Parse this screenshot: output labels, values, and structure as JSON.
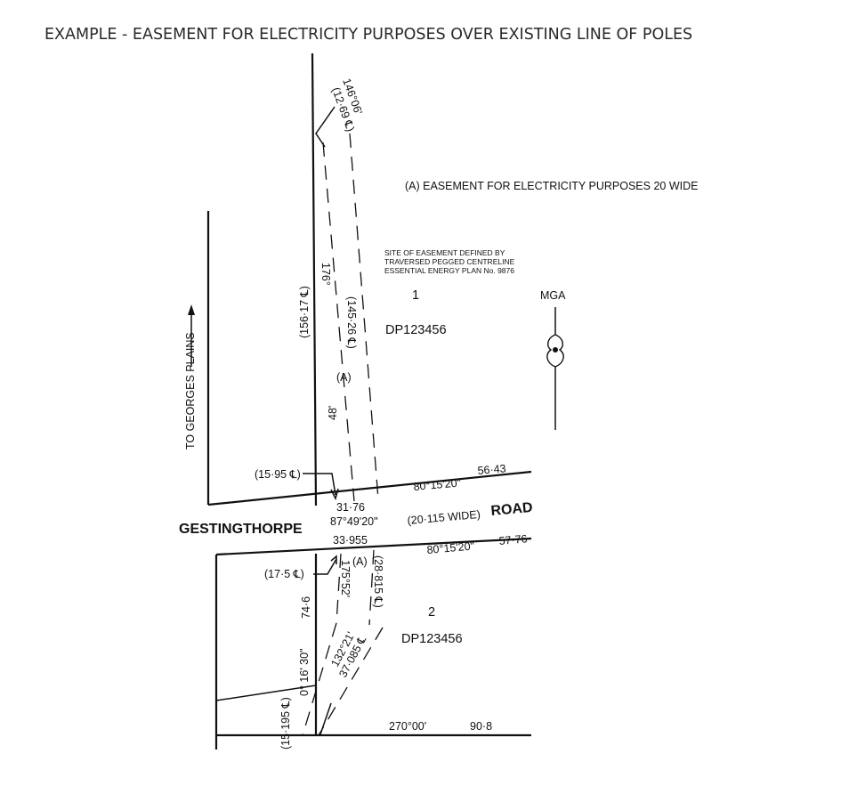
{
  "title": "EXAMPLE - EASEMENT FOR ELECTRICITY PURPOSES OVER EXISTING LINE OF POLES",
  "notes": {
    "easement_label": "(A) EASEMENT FOR ELECTRICITY PURPOSES 20 WIDE",
    "site_line1": "SITE OF EASEMENT DEFINED BY",
    "site_line2": "TRAVERSED PEGGED CENTRELINE",
    "site_line3": "ESSENTIAL ENERGY PLAN No. 9876"
  },
  "north": {
    "label": "MGA"
  },
  "lots": {
    "lot1_number": "1",
    "lot1_plan": "DP123456",
    "lot2_number": "2",
    "lot2_plan": "DP123456"
  },
  "road": {
    "name_left": "GESTINGTHORPE",
    "width": "(20·115 WIDE)",
    "name_right": "ROAD",
    "to_label": "TO GEORGES PLAINS"
  },
  "upper": {
    "bearing_top": "146°06'",
    "dist_top": "(12·69 ℄)",
    "left_dist": "(156·17 ℄)",
    "bearing_176": "176°",
    "dist_145": "(145·26 ℄)",
    "easement_a": "(A)",
    "dist_48": "48'",
    "dist_1595": "(15·95 ℄)",
    "road_bearing": "80°15'20\"",
    "road_dist": "56·43"
  },
  "road_text": {
    "dist_3176": "31·76",
    "bearing_road": "87°49'20\"",
    "dist_33955": "33·955"
  },
  "lower": {
    "road_bearing": "80°15'20\"",
    "road_dist": "57·76",
    "dist_175": "(17·5 ℄)",
    "easement_a": "(A)",
    "bearing_17552": "175°52'",
    "dist_28815": "(28·815 ℄)",
    "dist_746": "74·6",
    "bearing_13221": "132°21'",
    "dist_37085": "37·085 ℄",
    "bearing_01630": "0° 16' 30\"",
    "dist_15195": "(15·195 ℄)",
    "bottom_bearing": "270°00'",
    "bottom_dist": "90·8"
  }
}
